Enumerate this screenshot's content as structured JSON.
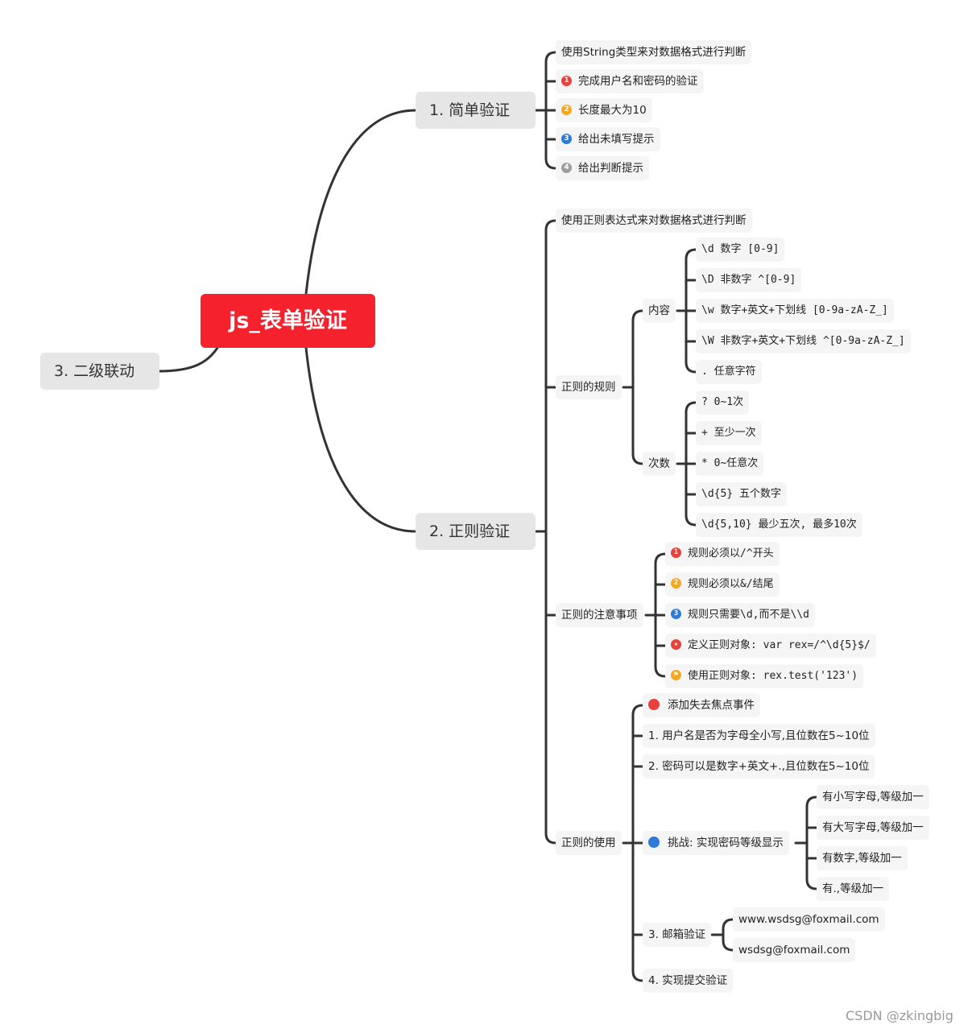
{
  "root": "js_表单验证",
  "branch1": {
    "title": "1. 简单验证",
    "items": [
      "使用String类型来对数据格式进行判断",
      "完成用户名和密码的验证",
      "长度最大为10",
      "给出未填写提示",
      "给出判断提示"
    ],
    "marker_numbers": [
      "1",
      "2",
      "3",
      "4"
    ]
  },
  "branch2": {
    "title": "2. 正则验证",
    "intro": "使用正则表达式来对数据格式进行判断",
    "rules": {
      "label": "正则的规则",
      "content_label": "内容",
      "content": [
        "\\d 数字 [0-9]",
        "\\D 非数字 ^[0-9]",
        "\\w 数字+英文+下划线 [0-9a-zA-Z_]",
        "\\W 非数字+英文+下划线 ^[0-9a-zA-Z_]",
        ". 任意字符"
      ],
      "times_label": "次数",
      "times": [
        "? 0~1次",
        "+ 至少一次",
        "* 0~任意次",
        "\\d{5} 五个数字",
        "\\d{5,10} 最少五次, 最多10次"
      ]
    },
    "notes": {
      "label": "正则的注意事项",
      "items": [
        "规则必须以/^开头",
        "规则必须以&/结尾",
        "规则只需要\\d,而不是\\\\d",
        "定义正则对象: var rex=/^\\d{5}$/",
        "使用正则对象: rex.test('123')"
      ],
      "marker_numbers": [
        "1",
        "2",
        "3",
        "★",
        "⚑"
      ]
    },
    "usage": {
      "label": "正则的使用",
      "items": [
        "添加失去焦点事件",
        "1. 用户名是否为字母全小写,且位数在5~10位",
        "2. 密码可以是数字+英文+.,且位数在5~10位"
      ],
      "challenge": {
        "label": "挑战: 实现密码等级显示",
        "items": [
          "有小写字母,等级加一",
          "有大写字母,等级加一",
          "有数字,等级加一",
          "有.,等级加一"
        ]
      },
      "email": {
        "label": "3. 邮箱验证",
        "items": [
          "www.wsdsg@foxmail.com",
          "wsdsg@foxmail.com"
        ]
      },
      "submit": "4. 实现提交验证"
    }
  },
  "branch3": {
    "title": "3. 二级联动"
  },
  "watermark": "CSDN @zkingbig",
  "colors": {
    "root": "#f5212d",
    "red": "#e8403a",
    "orange": "#f5a623",
    "blue": "#2f7ad8",
    "gray": "#9e9e9e",
    "line": "#333333"
  }
}
